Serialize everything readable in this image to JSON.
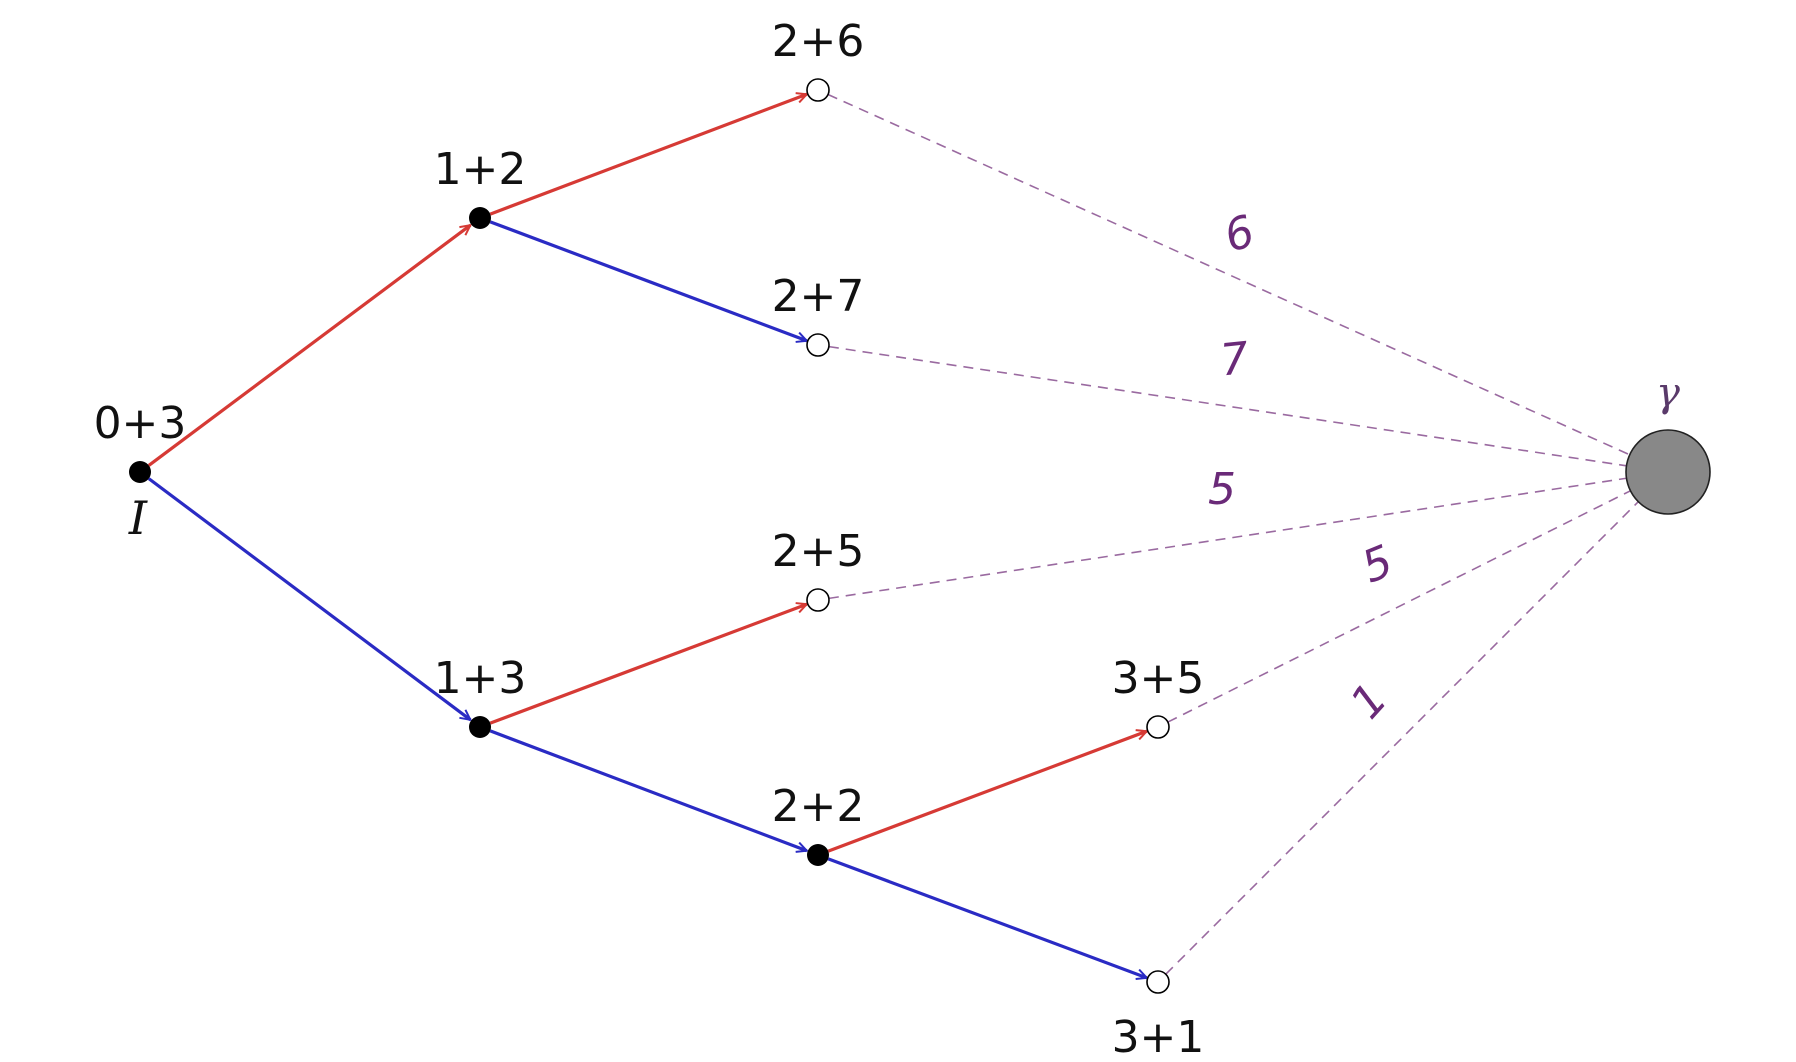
{
  "colors": {
    "red_edge": "#d63a35",
    "blue_edge": "#2a2bc4",
    "dashed_edge": "#9a6aa0",
    "weight_text": "#6a2a78",
    "filled_node": "#000000",
    "open_node_fill": "#ffffff",
    "sink_fill": "#888888",
    "sink_stroke": "#222222"
  },
  "nodes": [
    {
      "id": "n0",
      "label": "0+3",
      "sub": "I",
      "filled": true
    },
    {
      "id": "n12",
      "label": "1+2",
      "filled": true
    },
    {
      "id": "n13",
      "label": "1+3",
      "filled": true
    },
    {
      "id": "n26",
      "label": "2+6",
      "filled": false
    },
    {
      "id": "n27",
      "label": "2+7",
      "filled": false
    },
    {
      "id": "n25",
      "label": "2+5",
      "filled": false
    },
    {
      "id": "n22",
      "label": "2+2",
      "filled": true
    },
    {
      "id": "n35",
      "label": "3+5",
      "filled": false
    },
    {
      "id": "n31",
      "label": "3+1",
      "filled": false
    }
  ],
  "sink": {
    "id": "gamma",
    "label": "γ"
  },
  "edges": [
    {
      "from": "n0",
      "to": "n12",
      "color": "red"
    },
    {
      "from": "n0",
      "to": "n13",
      "color": "blue"
    },
    {
      "from": "n12",
      "to": "n26",
      "color": "red"
    },
    {
      "from": "n12",
      "to": "n27",
      "color": "blue"
    },
    {
      "from": "n13",
      "to": "n25",
      "color": "red"
    },
    {
      "from": "n13",
      "to": "n22",
      "color": "blue"
    },
    {
      "from": "n22",
      "to": "n35",
      "color": "red"
    },
    {
      "from": "n22",
      "to": "n31",
      "color": "blue"
    }
  ],
  "dashed_edges": [
    {
      "from": "n26",
      "weight": "6"
    },
    {
      "from": "n27",
      "weight": "7"
    },
    {
      "from": "n25",
      "weight": "5"
    },
    {
      "from": "n35",
      "weight": "5"
    },
    {
      "from": "n31",
      "weight": "1"
    }
  ]
}
